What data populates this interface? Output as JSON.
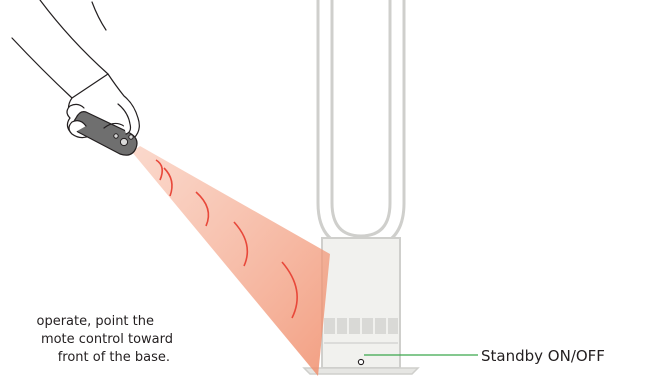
{
  "instruction": {
    "lines": [
      "operate, point the",
      "mote control toward",
      "front of the base."
    ]
  },
  "callout": {
    "label": "Standby ON/OFF",
    "line_color": "#3aa64c"
  },
  "colors": {
    "beam_fill": "#f2a084",
    "beam_arc": "#e8483a",
    "fan_outline": "#cfcfcc",
    "fan_body": "#f1f1ee",
    "fan_grille": "#d6d6d3",
    "ink": "#231f20"
  },
  "icons": {
    "hand": "hand-holding-remote-icon",
    "remote": "remote-control-icon",
    "fan": "bladeless-tower-fan-illustration"
  }
}
